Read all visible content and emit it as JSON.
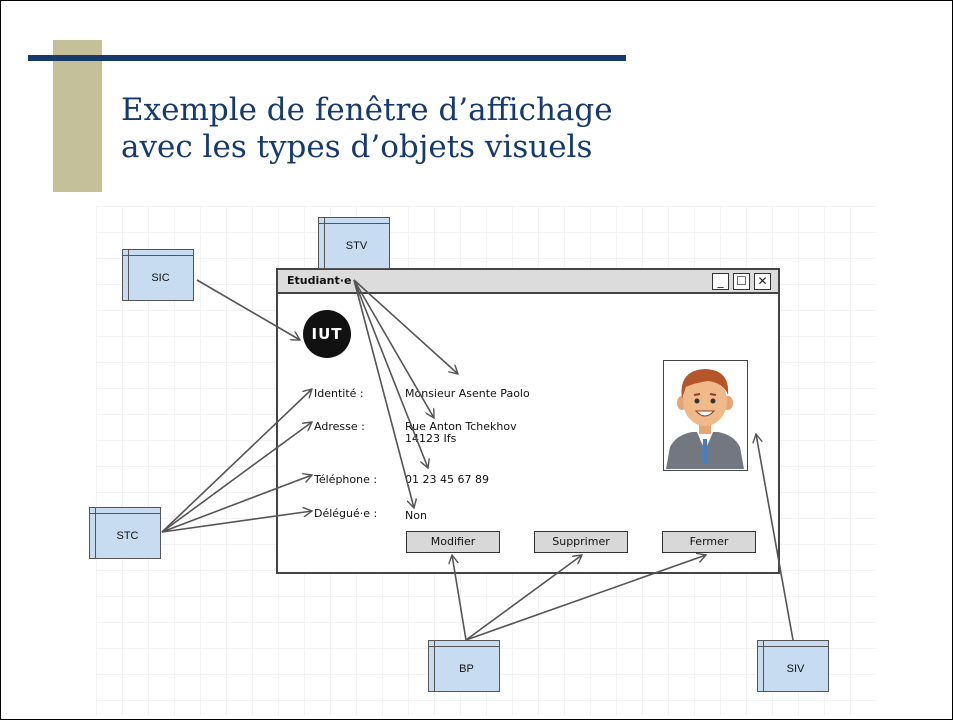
{
  "slide": {
    "title_line1": "Exemple de fenêtre d’affichage",
    "title_line2": "avec les types d’objets visuels"
  },
  "window": {
    "title": "Etudiant·e",
    "controls": [
      "_",
      "☐",
      "✕"
    ],
    "logo_text": "IUT",
    "fields": [
      {
        "label": "Identité :",
        "value": "Monsieur Asente Paolo"
      },
      {
        "label": "Adresse :",
        "value_line1": "Rue Anton Tchekhov",
        "value_line2": "14123 Ifs"
      },
      {
        "label": "Téléphone :",
        "value": "01 23 45 67 89"
      },
      {
        "label": "Délégué·e :",
        "value": "Non"
      }
    ],
    "buttons": [
      "Modifier",
      "Supprimer",
      "Fermer"
    ]
  },
  "type_boxes": {
    "stv": "STV",
    "sic": "SIC",
    "stc": "STC",
    "bp": "BP",
    "siv": "SIV"
  },
  "colors": {
    "title": "#153a6b",
    "accent_block": "#c3c09a",
    "box_fill": "#c7dcf0",
    "arrow": "#555555"
  }
}
